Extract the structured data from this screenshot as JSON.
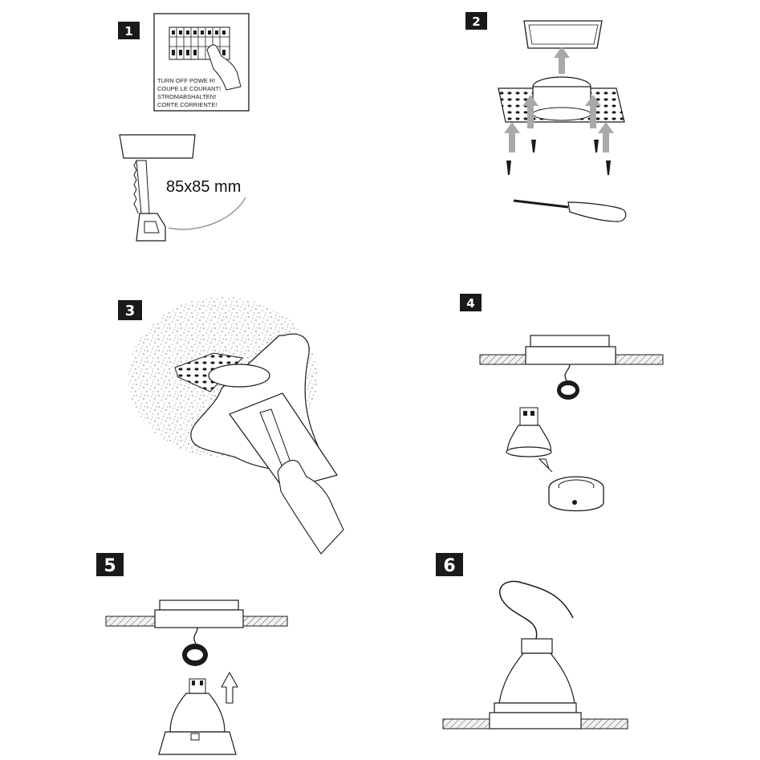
{
  "steps": [
    {
      "number": "1"
    },
    {
      "number": "2"
    },
    {
      "number": "3"
    },
    {
      "number": "4"
    },
    {
      "number": "5"
    },
    {
      "number": "6"
    }
  ],
  "step1": {
    "warning_lines": [
      "TURN OFF POWE  R!",
      "COUPE LE COURANT!",
      "STROMABSHALTEN!",
      "CORTE CORRIENTE!"
    ],
    "cutout_size": "85x85 mm"
  },
  "colors": {
    "ink": "#1a1a1a",
    "arrow_gray": "#a9a9a9",
    "badge": "#1a1a1a"
  }
}
